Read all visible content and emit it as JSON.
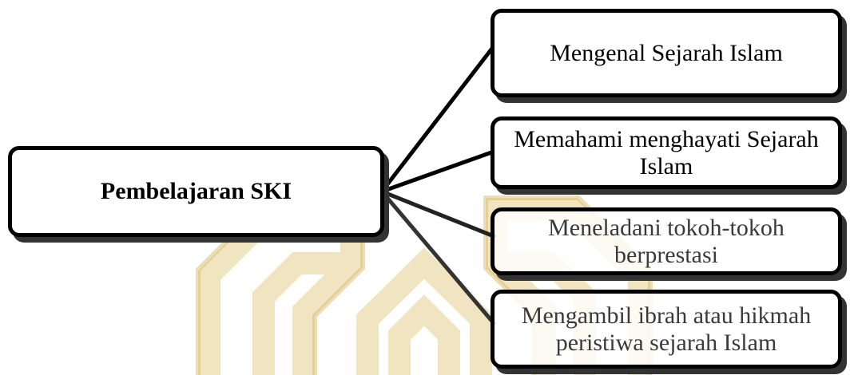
{
  "diagram": {
    "root": {
      "label": "Pembelajaran SKI"
    },
    "children": [
      {
        "label": "Mengenal Sejarah Islam"
      },
      {
        "label": "Memahami menghayati Sejarah Islam"
      },
      {
        "label": "Meneladani tokoh-tokoh berprestasi"
      },
      {
        "label": "Mengambil ibrah atau hikmah peristiwa sejarah Islam"
      }
    ]
  },
  "colors": {
    "border": "#000000",
    "shadow": "#333333",
    "watermark": "#c9a23a",
    "watermark_light": "#e8d49a"
  }
}
